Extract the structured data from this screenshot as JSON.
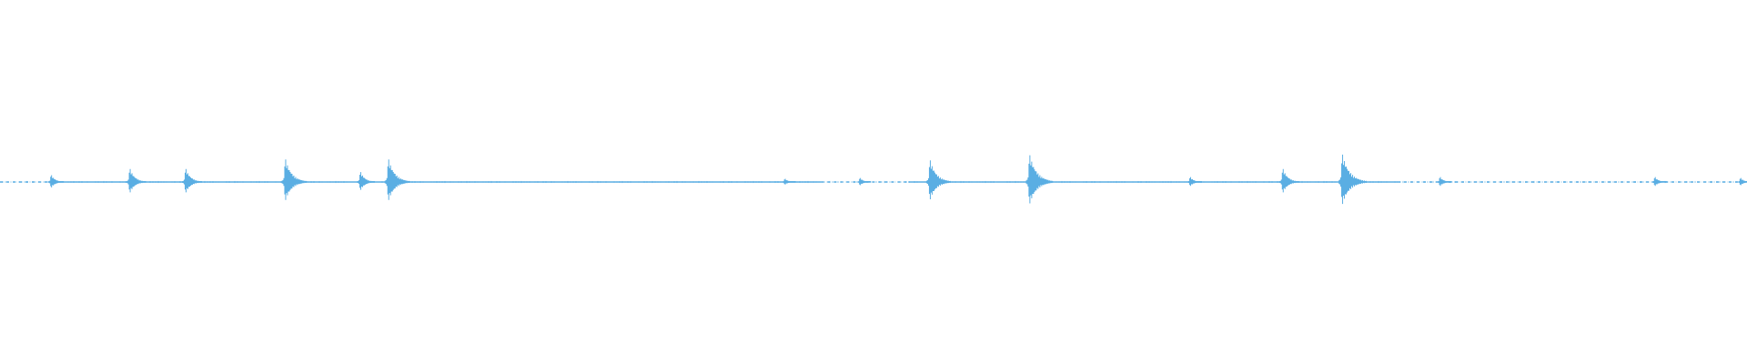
{
  "waveform": {
    "color": "#5aaee3",
    "baseline_amplitude": 0.03,
    "segments": [
      {
        "start": 0.0,
        "end": 0.03,
        "style": "dotted"
      },
      {
        "start": 0.03,
        "end": 0.47,
        "style": "solid"
      },
      {
        "start": 0.47,
        "end": 0.52,
        "style": "dotted"
      },
      {
        "start": 0.52,
        "end": 0.57,
        "style": "solid"
      },
      {
        "start": 0.57,
        "end": 0.8,
        "style": "solid"
      },
      {
        "start": 0.8,
        "end": 1.0,
        "style": "dotted"
      }
    ],
    "spikes": [
      {
        "time": 0.029,
        "amplitude": 0.25
      },
      {
        "time": 0.074,
        "amplitude": 0.45
      },
      {
        "time": 0.106,
        "amplitude": 0.45
      },
      {
        "time": 0.163,
        "amplitude": 0.75
      },
      {
        "time": 0.206,
        "amplitude": 0.35
      },
      {
        "time": 0.222,
        "amplitude": 0.75
      },
      {
        "time": 0.449,
        "amplitude": 0.12
      },
      {
        "time": 0.492,
        "amplitude": 0.15
      },
      {
        "time": 0.532,
        "amplitude": 0.72
      },
      {
        "time": 0.589,
        "amplitude": 0.88
      },
      {
        "time": 0.681,
        "amplitude": 0.18
      },
      {
        "time": 0.734,
        "amplitude": 0.45
      },
      {
        "time": 0.768,
        "amplitude": 0.9
      },
      {
        "time": 0.824,
        "amplitude": 0.18
      },
      {
        "time": 0.947,
        "amplitude": 0.18
      },
      {
        "time": 0.996,
        "amplitude": 0.15
      }
    ]
  }
}
